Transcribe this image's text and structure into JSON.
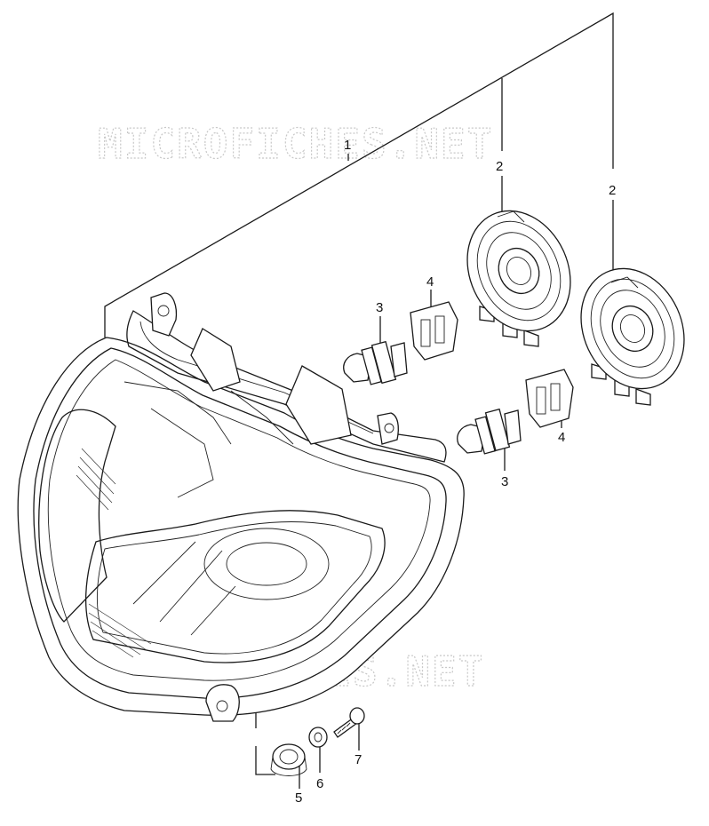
{
  "watermark": {
    "text": "MICROFICHES.NET",
    "color": "#c8c8c8"
  },
  "callouts": {
    "part_1": "1",
    "part_2a": "2",
    "part_2b": "2",
    "part_3a": "3",
    "part_3b": "3",
    "part_4a": "4",
    "part_4b": "4",
    "part_5": "5",
    "part_6": "6",
    "part_7": "7"
  },
  "parts": [
    {
      "number": "1",
      "icon": "headlight-assembly-icon"
    },
    {
      "number": "2",
      "icon": "bulb-socket-cover-icon"
    },
    {
      "number": "3",
      "icon": "halogen-bulb-icon"
    },
    {
      "number": "4",
      "icon": "bulb-socket-icon"
    },
    {
      "number": "5",
      "icon": "rubber-grommet-icon"
    },
    {
      "number": "6",
      "icon": "washer-icon"
    },
    {
      "number": "7",
      "icon": "screw-icon"
    }
  ]
}
